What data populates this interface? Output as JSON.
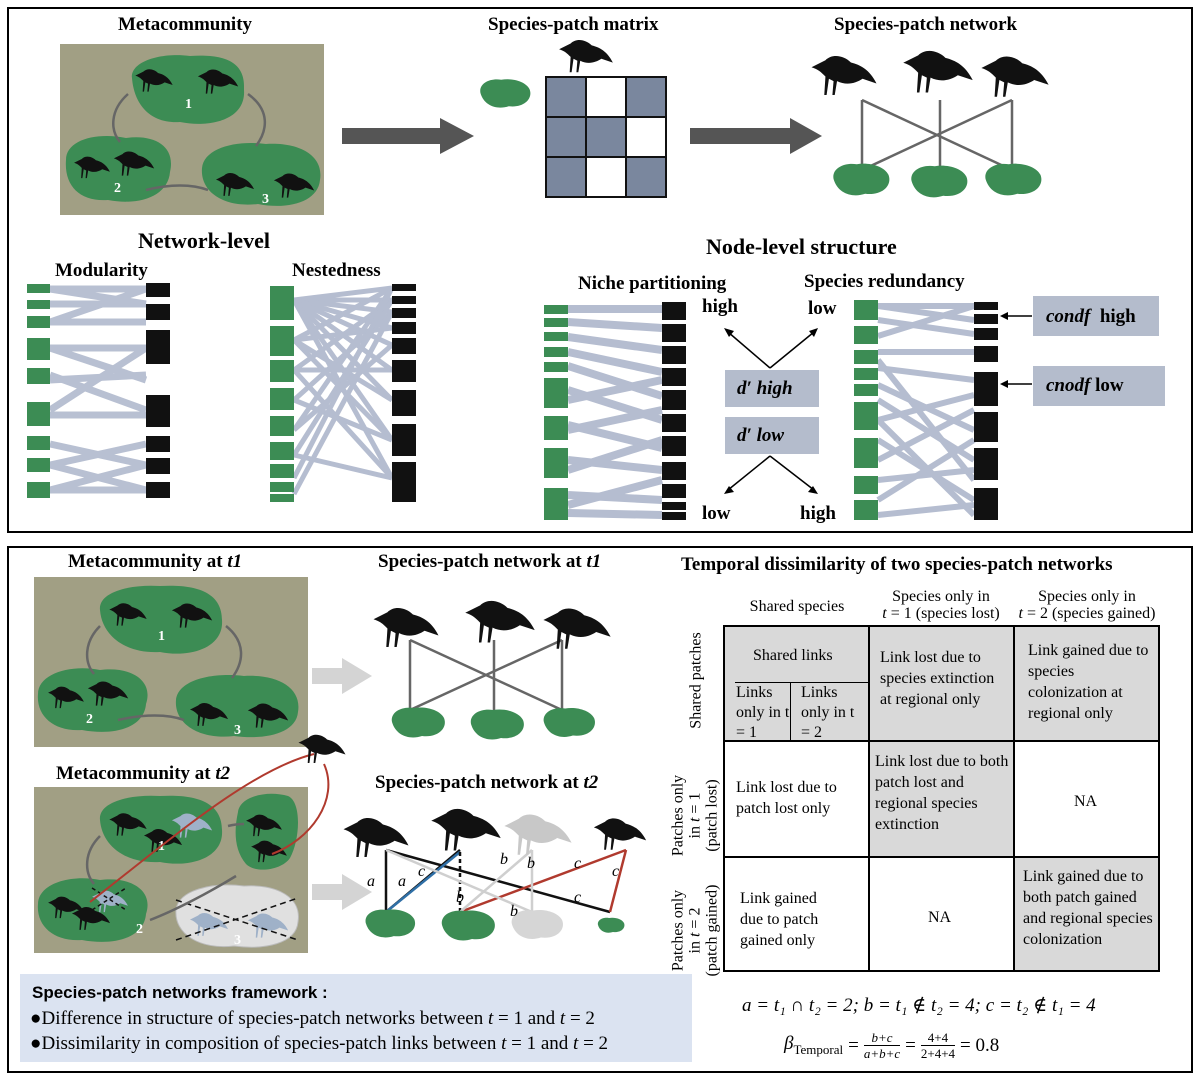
{
  "top_panel": {
    "metacommunity_title": "Metacommunity",
    "matrix_title": "Species-patch matrix",
    "network_title": "Species-patch network",
    "network_level_title": "Network-level",
    "modularity_label": "Modularity",
    "nestedness_label": "Nestedness",
    "node_level_title": "Node-level structure",
    "niche_label": "Niche partitioning",
    "redundancy_label": "Species redundancy",
    "patch_numbers": [
      "1",
      "2",
      "3"
    ],
    "high_label": "high",
    "low_label": "low",
    "d_high_label": "d′  high",
    "d_low_label": "d′  low",
    "condf_label": "condf",
    "cnodf_label": "cnodf",
    "high_word": "high",
    "low_word": "low"
  },
  "bottom_panel": {
    "meta_t1_title": "Metacommunity at ",
    "meta_t1_var": "t1",
    "meta_t2_title": "Metacommunity at ",
    "meta_t2_var": "t2",
    "net_t1_title": "Species-patch network at ",
    "net_t1_var": "t1",
    "net_t2_title": "Species-patch network at ",
    "net_t2_var": "t2",
    "link_letters": [
      "a",
      "a",
      "c",
      "b",
      "b",
      "c",
      "c",
      "b",
      "b",
      "c"
    ],
    "framework_title": "Species-patch networks framework :",
    "bullet1_a": "Difference in structure of species-patch networks between ",
    "bullet1_b": " = 1 and ",
    "bullet1_c": " = 2",
    "bullet2_a": "Dissimilarity in composition of species-patch links between ",
    "bullet2_b": " = 1 and ",
    "bullet2_c": " = 2",
    "t_var": "t",
    "table_title": "Temporal dissimilarity of two species-patch networks",
    "col_headers": [
      "Shared species",
      "Species only in t = 1 (species lost)",
      "Species only in t = 2 (species gained)"
    ],
    "col1_line1": "Species only in",
    "col1_line2": " = 1 (species lost)",
    "col2_line1": "Species only in",
    "col2_line2": " = 2 (species gained)",
    "row1_label": "Shared patches",
    "row2_label_a": "Patches only",
    "row2_label_b": " = 1",
    "row2_label_c": "(patch lost)",
    "row3_label_a": "Patches only",
    "row3_label_b": " = 2",
    "row3_label_c": "(patch gained)",
    "in_word": "in ",
    "shared_links": "Shared links",
    "links_t1": "Links only in t = 1",
    "links_t2": "Links only in t = 2",
    "cell_r1c2": "Link lost due to species extinction  at regional only",
    "cell_r1c3": "Link gained due to species colonization at regional only",
    "cell_r2c1": "Link lost due to patch lost only",
    "cell_r2c2": "Link lost due to both patch lost and regional species extinction",
    "cell_r2c3": "NA",
    "cell_r3c1": "Link gained due to patch gained only",
    "cell_r3c2": "NA",
    "cell_r3c3": "Link gained due to both patch gained and regional species colonization",
    "formula1": "a = t₁ ∩ t₂ = 2; b = t₁ ∉ t₂ = 4; c = t₂ ∉ t₁ = 4",
    "formula2_lhs": "β",
    "formula2_sub": "Temporal",
    "formula2_frac1_num": "b+c",
    "formula2_frac1_den": "a+b+c",
    "formula2_frac2_num": "4+4",
    "formula2_frac2_den": "2+4+4",
    "formula2_result": "= 0.8"
  },
  "colors": {
    "patch_green": "#3c8c54",
    "meta_bg": "#a19f84",
    "matrix_blue": "#7a879e",
    "link_grey": "#b5bdd0",
    "box_grey": "#b4bccc",
    "cell_grey": "#d9d9d9",
    "framework_bg": "#dbe3f1",
    "red_link": "#b03a2e",
    "blue_link": "#2f6fa6"
  }
}
